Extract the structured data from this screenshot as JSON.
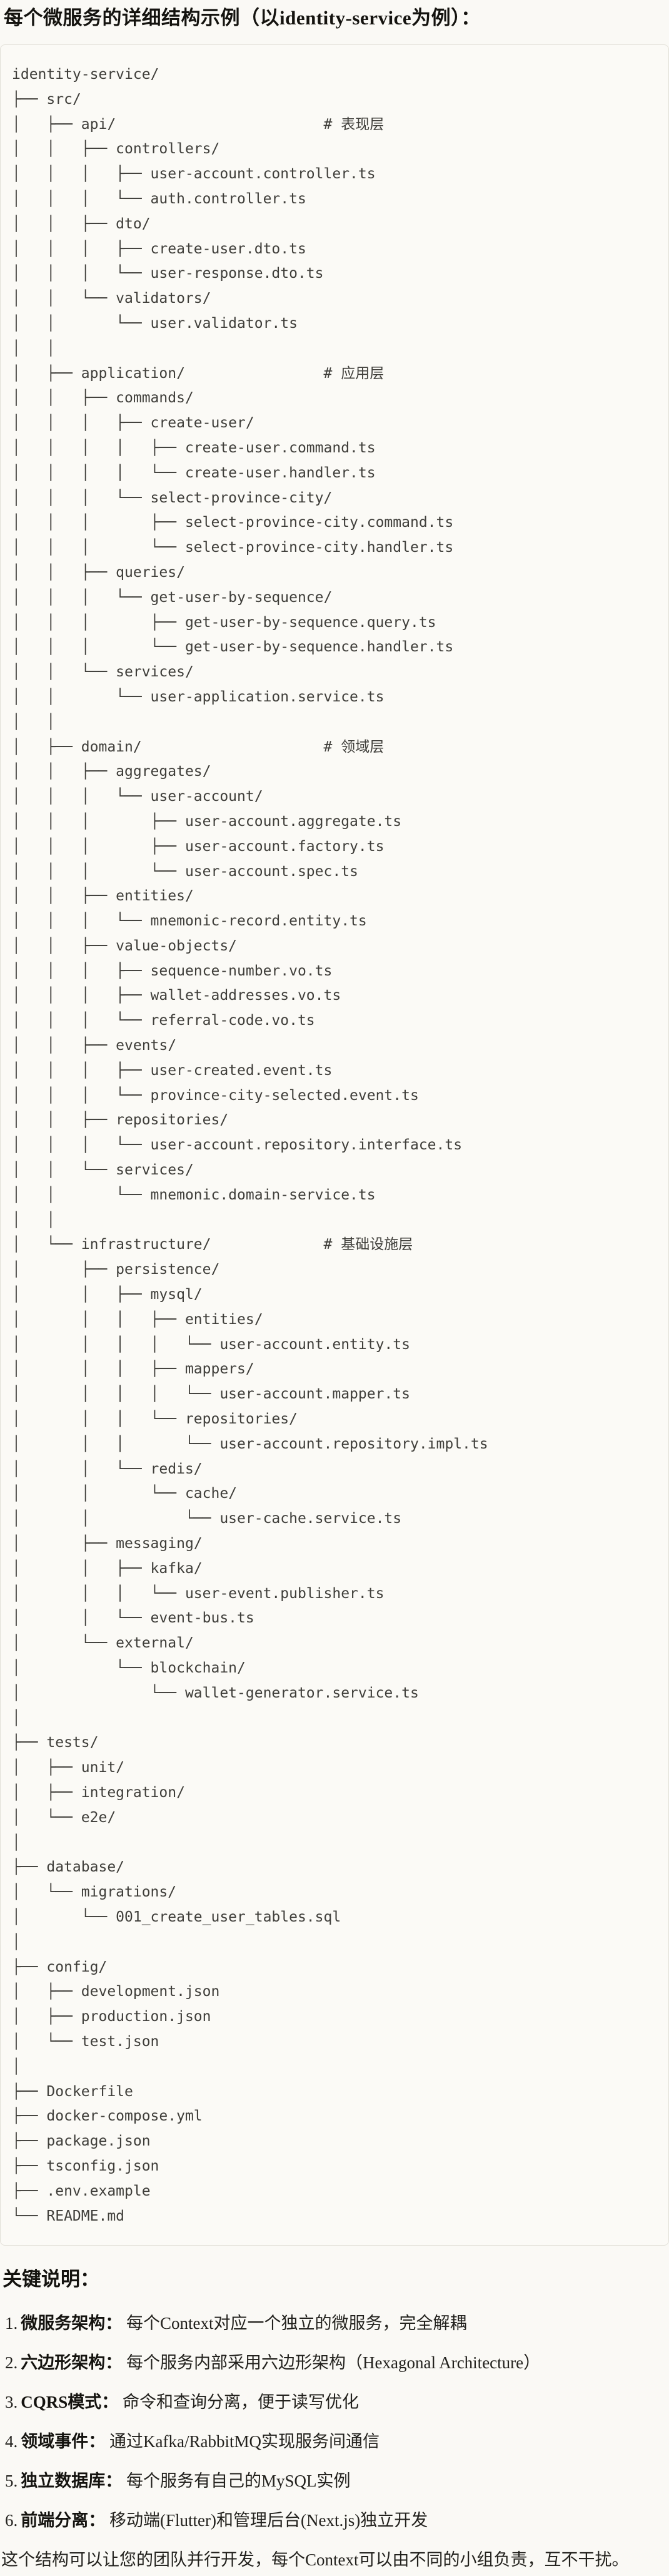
{
  "title": "每个微服务的详细结构示例（以identity-service为例）：",
  "tree": {
    "lines": [
      "identity-service/",
      "├── src/",
      "│   ├── api/                        # 表现层",
      "│   │   ├── controllers/",
      "│   │   │   ├── user-account.controller.ts",
      "│   │   │   └── auth.controller.ts",
      "│   │   ├── dto/",
      "│   │   │   ├── create-user.dto.ts",
      "│   │   │   └── user-response.dto.ts",
      "│   │   └── validators/",
      "│   │       └── user.validator.ts",
      "│   │",
      "│   ├── application/                # 应用层",
      "│   │   ├── commands/",
      "│   │   │   ├── create-user/",
      "│   │   │   │   ├── create-user.command.ts",
      "│   │   │   │   └── create-user.handler.ts",
      "│   │   │   └── select-province-city/",
      "│   │   │       ├── select-province-city.command.ts",
      "│   │   │       └── select-province-city.handler.ts",
      "│   │   ├── queries/",
      "│   │   │   └── get-user-by-sequence/",
      "│   │   │       ├── get-user-by-sequence.query.ts",
      "│   │   │       └── get-user-by-sequence.handler.ts",
      "│   │   └── services/",
      "│   │       └── user-application.service.ts",
      "│   │",
      "│   ├── domain/                     # 领域层",
      "│   │   ├── aggregates/",
      "│   │   │   └── user-account/",
      "│   │   │       ├── user-account.aggregate.ts",
      "│   │   │       ├── user-account.factory.ts",
      "│   │   │       └── user-account.spec.ts",
      "│   │   ├── entities/",
      "│   │   │   └── mnemonic-record.entity.ts",
      "│   │   ├── value-objects/",
      "│   │   │   ├── sequence-number.vo.ts",
      "│   │   │   ├── wallet-addresses.vo.ts",
      "│   │   │   └── referral-code.vo.ts",
      "│   │   ├── events/",
      "│   │   │   ├── user-created.event.ts",
      "│   │   │   └── province-city-selected.event.ts",
      "│   │   ├── repositories/",
      "│   │   │   └── user-account.repository.interface.ts",
      "│   │   └── services/",
      "│   │       └── mnemonic.domain-service.ts",
      "│   │",
      "│   └── infrastructure/             # 基础设施层",
      "│       ├── persistence/",
      "│       │   ├── mysql/",
      "│       │   │   ├── entities/",
      "│       │   │   │   └── user-account.entity.ts",
      "│       │   │   ├── mappers/",
      "│       │   │   │   └── user-account.mapper.ts",
      "│       │   │   └── repositories/",
      "│       │   │       └── user-account.repository.impl.ts",
      "│       │   └── redis/",
      "│       │       └── cache/",
      "│       │           └── user-cache.service.ts",
      "│       ├── messaging/",
      "│       │   ├── kafka/",
      "│       │   │   └── user-event.publisher.ts",
      "│       │   └── event-bus.ts",
      "│       └── external/",
      "│           └── blockchain/",
      "│               └── wallet-generator.service.ts",
      "│",
      "├── tests/",
      "│   ├── unit/",
      "│   ├── integration/",
      "│   └── e2e/",
      "│",
      "├── database/",
      "│   └── migrations/",
      "│       └── 001_create_user_tables.sql",
      "│",
      "├── config/",
      "│   ├── development.json",
      "│   ├── production.json",
      "│   └── test.json",
      "│",
      "├── Dockerfile",
      "├── docker-compose.yml",
      "├── package.json",
      "├── tsconfig.json",
      "├── .env.example",
      "└── README.md"
    ]
  },
  "key_notes": {
    "heading": "关键说明：",
    "items": [
      {
        "num": "1.",
        "label": "微服务架构",
        "sep": "：",
        "text": "每个Context对应一个独立的微服务，完全解耦"
      },
      {
        "num": "2.",
        "label": "六边形架构",
        "sep": "：",
        "text": "每个服务内部采用六边形架构（Hexagonal Architecture）"
      },
      {
        "num": "3.",
        "label": "CQRS模式",
        "sep": "：",
        "text": "命令和查询分离，便于读写优化"
      },
      {
        "num": "4.",
        "label": "领域事件",
        "sep": "：",
        "text": "通过Kafka/RabbitMQ实现服务间通信"
      },
      {
        "num": "5.",
        "label": "独立数据库",
        "sep": "：",
        "text": "每个服务有自己的MySQL实例"
      },
      {
        "num": "6.",
        "label": "前端分离",
        "sep": "：",
        "text": "移动端(Flutter)和管理后台(Next.js)独立开发"
      }
    ]
  },
  "footer": "这个结构可以让您的团队并行开发，每个Context可以由不同的小组负责，互不干扰。"
}
